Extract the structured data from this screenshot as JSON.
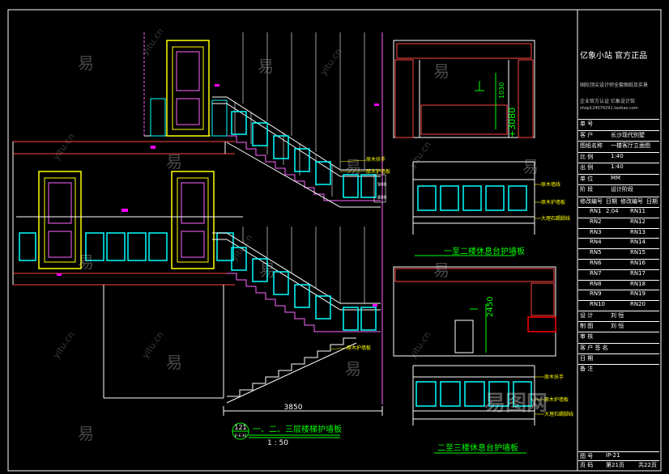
{
  "labels": {
    "main_title": "一、二、三层楼梯护墙板",
    "main_scale": "1 : 50",
    "main_ref_num": "121",
    "main_ref_sub": "JF-E-36",
    "dim_3850": "3850",
    "sec1_title": "一至二楼休息台护墙板",
    "sec2_title": "二至三楼休息台护墙板",
    "mat_wood_handrail": "原木扶手",
    "mat_wood_wainscot": "原木护墙板",
    "mat_wood_line": "原木墙线",
    "mat_marble_skirting": "大理石踢脚线",
    "elev_upper": "+3080",
    "elev_upper_small": "1030",
    "elev_lower": "2450",
    "dim_900": "900",
    "dim_800": "800"
  },
  "watermarks": {
    "yi": "易",
    "site": "yitu.cn",
    "logo": "易图网"
  },
  "title_block": {
    "brand": "亿象小站 官方正品",
    "desc": "国际顶尖设计师全套图纸及实景",
    "shop_line1": "企业官方认证 亿象设计馆",
    "shop_line2": "shop124074291.taobao.com",
    "rows": [
      {
        "k": "单 号",
        "v": ""
      },
      {
        "k": "客 户",
        "v": "长沙现代别墅"
      },
      {
        "k": "图纸名称",
        "v": "一楼客厅立面图"
      },
      {
        "k": "比 例",
        "v": "1:40"
      },
      {
        "k": "出 例",
        "v": "1:40"
      },
      {
        "k": "单 位",
        "v": "MM"
      },
      {
        "k": "阶 段",
        "v": "设计阶段"
      }
    ],
    "rev_header": [
      "修改编号",
      "日期",
      "修改编号",
      "日期"
    ],
    "rev_rows": [
      [
        "RN1",
        "2.04",
        "RN11",
        ""
      ],
      [
        "RN2",
        "",
        "RN12",
        ""
      ],
      [
        "RN3",
        "",
        "RN13",
        ""
      ],
      [
        "RN4",
        "",
        "RN14",
        ""
      ],
      [
        "RN5",
        "",
        "RN15",
        ""
      ],
      [
        "RN6",
        "",
        "RN16",
        ""
      ],
      [
        "RN7",
        "",
        "RN17",
        ""
      ],
      [
        "RN8",
        "",
        "RN18",
        ""
      ],
      [
        "RN9",
        "",
        "RN19",
        ""
      ],
      [
        "RN10",
        "",
        "RN20",
        ""
      ]
    ],
    "staff_rows": [
      {
        "k": "设 计",
        "v": "刘 恒"
      },
      {
        "k": "制 图",
        "v": "刘 恒"
      },
      {
        "k": "审 核",
        "v": ""
      },
      {
        "k": "客 户 签 名",
        "v": ""
      },
      {
        "k": "日 期",
        "v": ""
      },
      {
        "k": "备 注",
        "v": ""
      }
    ],
    "footer": [
      {
        "k": "图 号",
        "v": "IP-21",
        "extra": ""
      },
      {
        "k": "页 码",
        "v": "第21页",
        "extra": "共22页"
      }
    ]
  }
}
